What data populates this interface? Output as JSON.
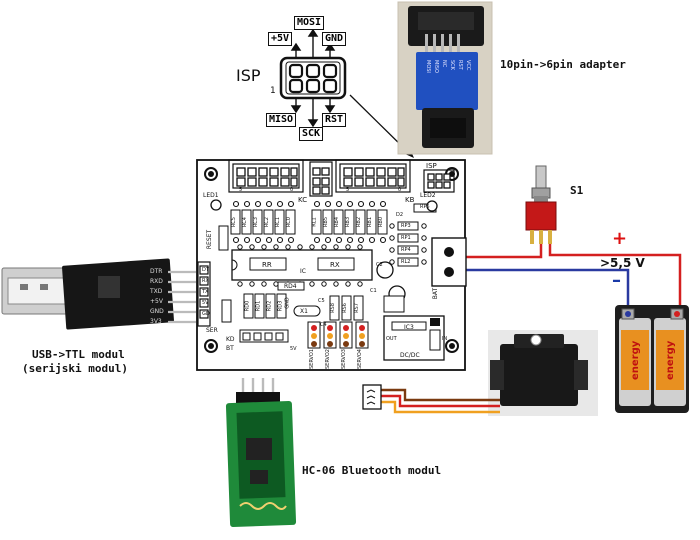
{
  "isp_connector": {
    "title": "ISP",
    "pin_one_marker": "1",
    "pins": [
      "+5V",
      "MOSI",
      "GND",
      "MISO",
      "SCK",
      "RST"
    ]
  },
  "adapter_label": "10pin->6pin adapter",
  "switch_label": "S1",
  "voltage_label": ">5,5 V",
  "plus_sign": "+",
  "minus_sign": "–",
  "usb_label_line1": "USB->TTL modul",
  "usb_label_line2": "(serijski modul)",
  "bt_label": "HC-06 Bluetooth modul",
  "usb_pins": [
    "DTR",
    "RXD",
    "TXD",
    "+5V",
    "GND",
    "3V3"
  ],
  "battery_brand": "energy",
  "board": {
    "isp_label": "ISP",
    "led1": "LED1",
    "led2": "LED2",
    "kc": "KC",
    "kb": "KB",
    "reset": "RESET",
    "rr": "RR",
    "rx": "RX",
    "ic": "IC",
    "rd4": "RD4",
    "x1": "X1",
    "ic3": "IC3",
    "dcdc": "DC/DC",
    "bat": "BAT",
    "ser": "SER",
    "kd": "KD",
    "bt": "BT",
    "rp5": "RP5",
    "rp3": "RP3",
    "rp1": "RP1",
    "rp4": "RP4",
    "rl2": "RL2",
    "d2": "D2",
    "gnd": "GND",
    "five_v": "5V",
    "out": "OUT",
    "in": "IN",
    "left_pins": [
      "DT",
      "RX",
      "TX",
      "5V",
      "GD"
    ],
    "servos": [
      "SERVO1",
      "SERVO2",
      "SERVO3",
      "SERVO4"
    ],
    "rc_resistors": [
      "RC5",
      "RC4",
      "RC3",
      "RC2",
      "RC1",
      "RC0"
    ],
    "rb_resistors": [
      "RL1",
      "RB5",
      "RB4",
      "RB3",
      "RB2",
      "RB1",
      "RB0"
    ],
    "rd_resistors": [
      "RD0",
      "RD1",
      "RD2",
      "RD3"
    ],
    "rs_resistors": [
      "RS8",
      "RS6",
      "RS7"
    ],
    "cap_c5": "C5",
    "cap_c4": "C4",
    "cap_c1": "C1",
    "cap_c2": "C2",
    "header_nums": [
      "5",
      "0",
      "5",
      "0"
    ]
  },
  "colors": {
    "wire_red": "#d42020",
    "wire_blue": "#2a3aa0",
    "servo_brown": "#7a3a10",
    "servo_red": "#d42020",
    "servo_orange": "#f0a020",
    "pcb_bt": "#1f8a3a",
    "pcb_usb": "#161616",
    "adapter_pcb": "#2050c0"
  }
}
